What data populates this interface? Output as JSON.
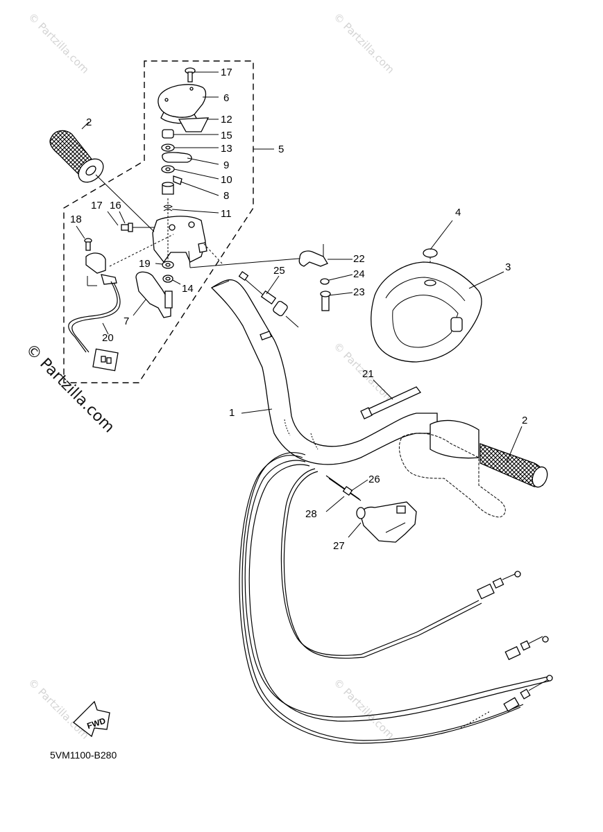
{
  "diagram": {
    "drawing_code": "5VM1100-B280",
    "fwd_label": "FWD",
    "watermark": "© Partzilla.com",
    "callouts": [
      {
        "id": "c1",
        "text": "1"
      },
      {
        "id": "c2a",
        "text": "2"
      },
      {
        "id": "c2b",
        "text": "2"
      },
      {
        "id": "c3",
        "text": "3"
      },
      {
        "id": "c4",
        "text": "4"
      },
      {
        "id": "c5",
        "text": "5"
      },
      {
        "id": "c6",
        "text": "6"
      },
      {
        "id": "c7",
        "text": "7"
      },
      {
        "id": "c8",
        "text": "8"
      },
      {
        "id": "c9",
        "text": "9"
      },
      {
        "id": "c10",
        "text": "10"
      },
      {
        "id": "c11",
        "text": "11"
      },
      {
        "id": "c12",
        "text": "12"
      },
      {
        "id": "c13",
        "text": "13"
      },
      {
        "id": "c14",
        "text": "14"
      },
      {
        "id": "c15",
        "text": "15"
      },
      {
        "id": "c16",
        "text": "16"
      },
      {
        "id": "c17a",
        "text": "17"
      },
      {
        "id": "c17b",
        "text": "17"
      },
      {
        "id": "c18",
        "text": "18"
      },
      {
        "id": "c19",
        "text": "19"
      },
      {
        "id": "c20",
        "text": "20"
      },
      {
        "id": "c21",
        "text": "21"
      },
      {
        "id": "c22",
        "text": "22"
      },
      {
        "id": "c23",
        "text": "23"
      },
      {
        "id": "c24",
        "text": "24"
      },
      {
        "id": "c25",
        "text": "25"
      },
      {
        "id": "c26",
        "text": "26"
      },
      {
        "id": "c27",
        "text": "27"
      },
      {
        "id": "c28",
        "text": "28"
      }
    ]
  },
  "colors": {
    "line": "#000000",
    "watermark": "#d4d4d4",
    "background": "#ffffff"
  }
}
